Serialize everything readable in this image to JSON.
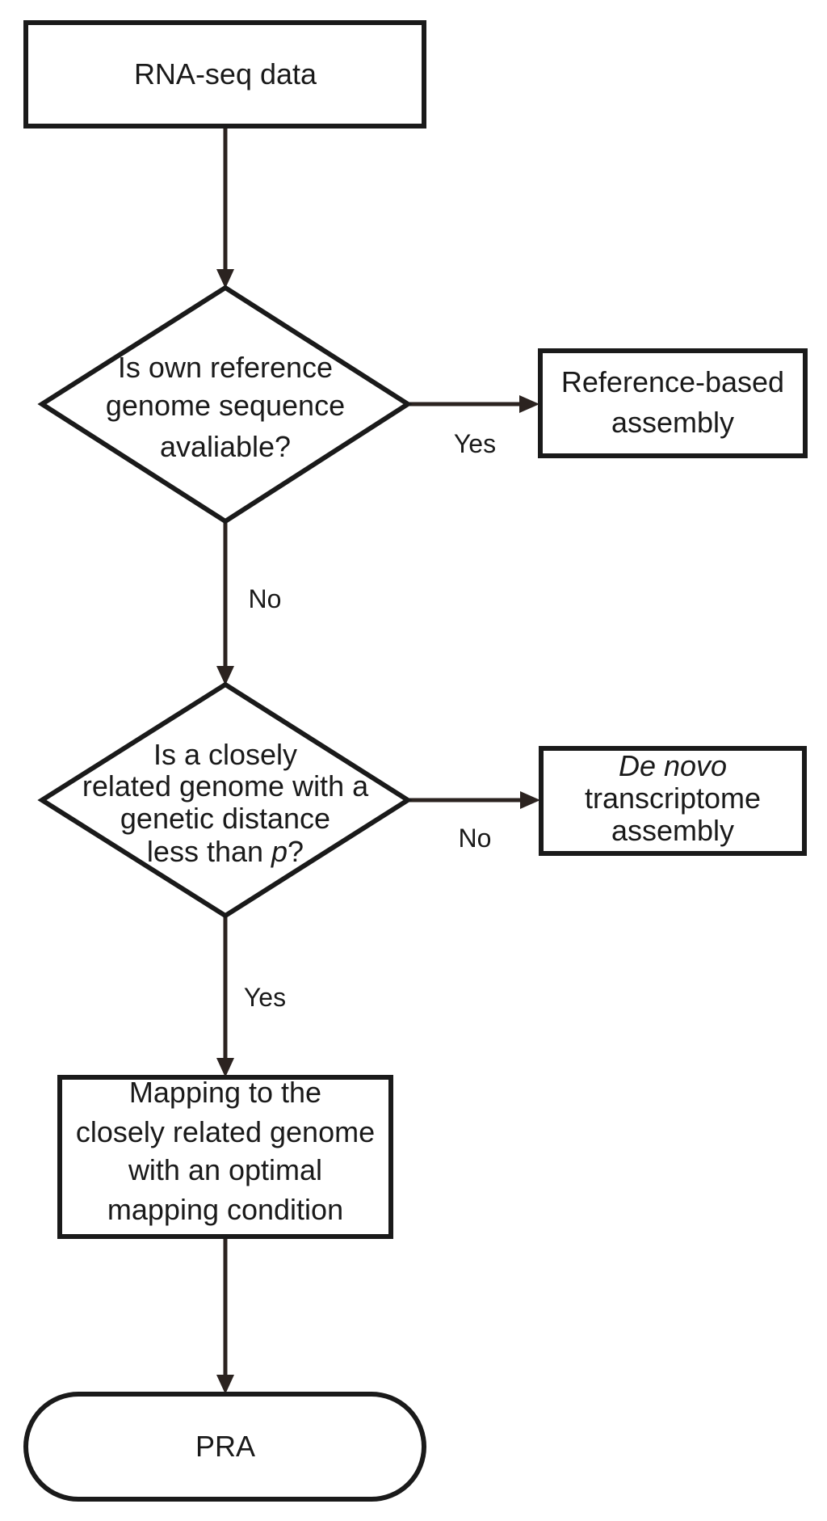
{
  "nodes": {
    "rna_seq": {
      "lines": [
        "RNA-seq data"
      ]
    },
    "decision_reference": {
      "lines": [
        "Is own reference",
        "genome sequence",
        "avaliable?"
      ]
    },
    "reference_assembly": {
      "lines": [
        "Reference-based",
        "assembly"
      ]
    },
    "decision_related": {
      "lines": [
        "Is a closely",
        "related genome with a",
        "genetic distance",
        "less than "
      ],
      "italic_suffix": "p",
      "suffix_tail": "?"
    },
    "de_novo": {
      "lines": [
        "transcriptome",
        "assembly"
      ],
      "italic_line": "De novo"
    },
    "mapping": {
      "lines": [
        "Mapping to the",
        "closely related genome",
        "with an optimal",
        "mapping condition"
      ]
    },
    "pra": {
      "lines": [
        "PRA"
      ]
    }
  },
  "edges": {
    "ref_yes": "Yes",
    "ref_no": "No",
    "related_no": "No",
    "related_yes": "Yes"
  }
}
